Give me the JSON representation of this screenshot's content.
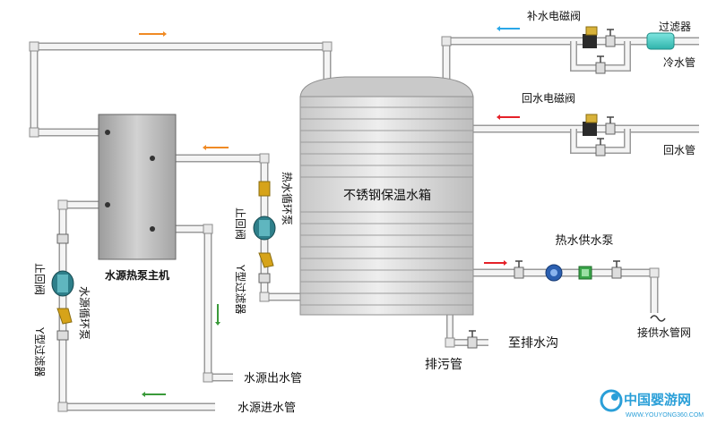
{
  "labels": {
    "tank": "不锈钢保温水箱",
    "heat_pump": "水源热泵主机",
    "makeup_valve": "补水电磁阀",
    "filter": "过滤器",
    "cold_pipe": "冷水管",
    "return_valve": "回水电磁阀",
    "return_pipe": "回水管",
    "hot_supply_pump": "热水供水泵",
    "supply_network": "接供水管网",
    "drain_ditch": "至排水沟",
    "sewage_pipe": "排污管",
    "source_outlet": "水源出水管",
    "source_inlet": "水源进水管",
    "hot_circ_pump": "热水循环泵",
    "check_valve_mid": "止回阀",
    "y_filter_mid": "Y型过滤器",
    "check_valve_left": "止回阀",
    "source_circ_pump": "水源循环泵",
    "y_filter_left": "Y型过滤器",
    "watermark_main": "中国婴游网",
    "watermark_url": "WWW.YOUYONG360.COM"
  },
  "colors": {
    "pipe_fill": "#f4f4f4",
    "pipe_edge": "#9a9a9a",
    "tank_body": "#d9d9d9",
    "heat_pump_body": "#b9b9b9",
    "arrow_orange": "#f08a24",
    "arrow_blue": "#2aa7e8",
    "arrow_red": "#e52129",
    "arrow_green": "#3a9a3a",
    "pump_teal": "#2e7f8a",
    "filter_brass": "#d6a319",
    "watermark_blue": "#2a9fd8"
  },
  "icons": [
    "solenoid-valve-icon",
    "gate-valve-icon",
    "pump-icon",
    "y-filter-icon",
    "check-valve-icon",
    "filter-cylinder-icon",
    "flow-arrow-icon",
    "watermark-logo-icon"
  ]
}
